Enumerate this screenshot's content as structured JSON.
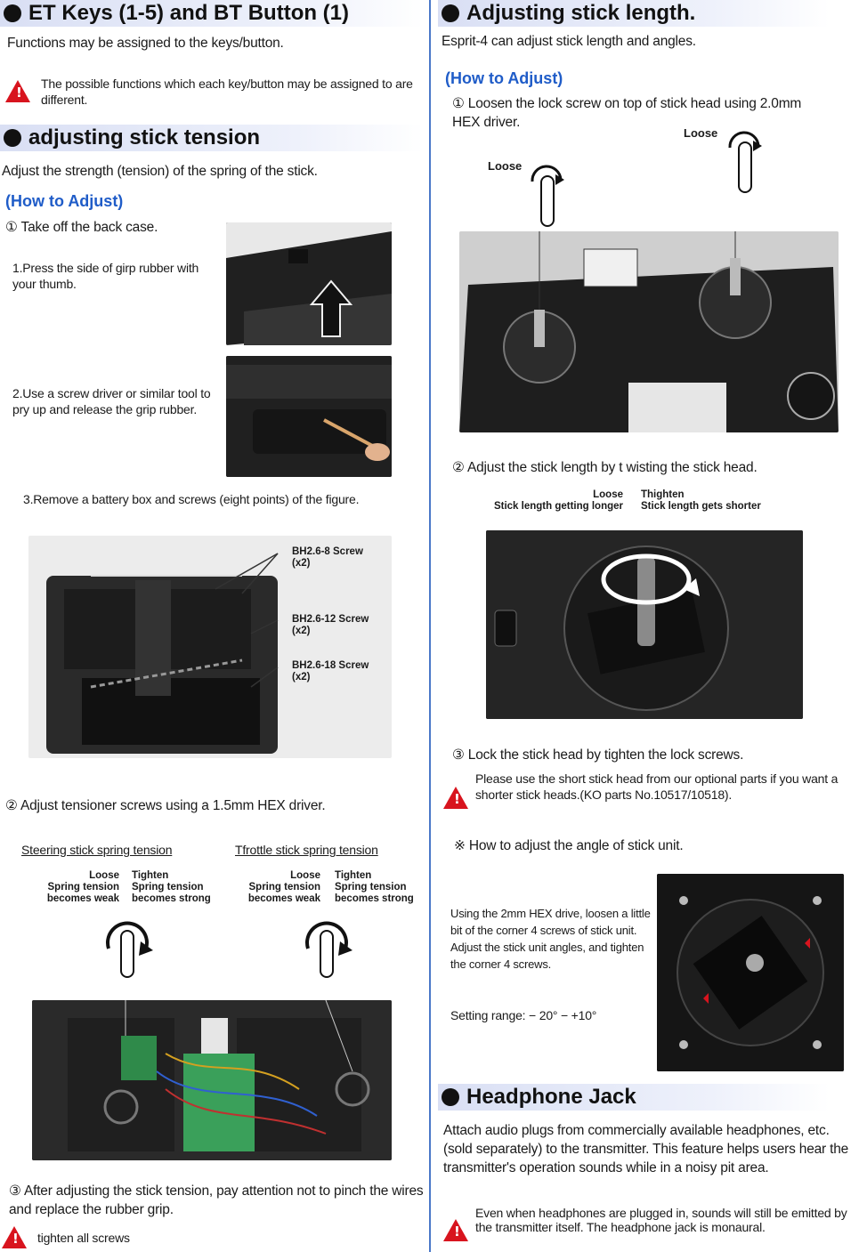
{
  "left": {
    "et_keys": {
      "title": "ET Keys (1-5) and BT Button (1)",
      "desc": "Functions may be assigned to the keys/button.",
      "warning": "The possible functions which each key/button may be assigned to are different."
    },
    "tension": {
      "title": "adjusting stick tension",
      "desc": "Adjust the strength (tension) of the spring of the stick.",
      "how": "(How to Adjust)",
      "step1": "① Take off the back case.",
      "sub1": "1.Press the side of girp rubber with your thumb.",
      "sub2": "2.Use a screw driver or similar tool to pry up and release the grip rubber.",
      "sub3": "3.Remove a battery box and screws (eight points) of the figure.",
      "screws": [
        {
          "name": "BH2.6-8 Screw",
          "qty": "(x2)"
        },
        {
          "name": "BH2.6-12 Screw",
          "qty": "(x2)"
        },
        {
          "name": "BH2.6-18 Screw",
          "qty": "(x2)"
        }
      ],
      "step2": "② Adjust tensioner screws using a 1.5mm HEX driver.",
      "steering_title": "Steering stick spring tension",
      "throttle_title": "Tfrottle stick spring tension",
      "loose_label": "Loose",
      "loose_desc": "Spring tension becomes weak",
      "tighten_label": "Tighten",
      "tighten_desc": "Spring tension becomes strong",
      "step3": "③ After adjusting the stick tension, pay attention not to pinch the wires and replace the rubber grip.",
      "warning": "tighten all screws"
    }
  },
  "right": {
    "length": {
      "title": "Adjusting stick length.",
      "desc": "Esprit-4 can adjust stick length and angles.",
      "how": "(How to Adjust)",
      "step1": "① Loosen the lock screw on top of stick head using 2.0mm HEX driver.",
      "loose": "Loose",
      "step2": "② Adjust the stick length by  t wisting the stick head.",
      "loose_label": "Loose",
      "loose_desc": "Stick length getting longer",
      "tighten_label": "Thighten",
      "tighten_desc": "Stick length gets shorter",
      "step3": "③ Lock the stick head by tighten the lock screws.",
      "warning": "Please use the short stick head from our optional parts if you want a shorter stick heads.(KO parts No.10517/10518).",
      "angle_title": "※ How to adjust the angle of stick unit.",
      "angle_desc": "Using the 2mm HEX drive, loosen a little bit of the corner 4 screws of stick unit. Adjust the stick unit angles, and tighten the corner 4 screws.",
      "setting_range": "Setting range: − 20° − +10°"
    },
    "headphone": {
      "title": "Headphone Jack",
      "desc": "Attach audio plugs from commercially available headphones, etc. (sold separately) to the transmitter. This feature helps users hear the transmitter's operation sounds while in a noisy pit area.",
      "warning": "Even when headphones are plugged in, sounds will still be emitted by the transmitter itself. The headphone jack is monaural."
    }
  },
  "colors": {
    "accent": "#1f5cc8",
    "warning": "#d8141e",
    "header_bg": "#d9dff4"
  }
}
